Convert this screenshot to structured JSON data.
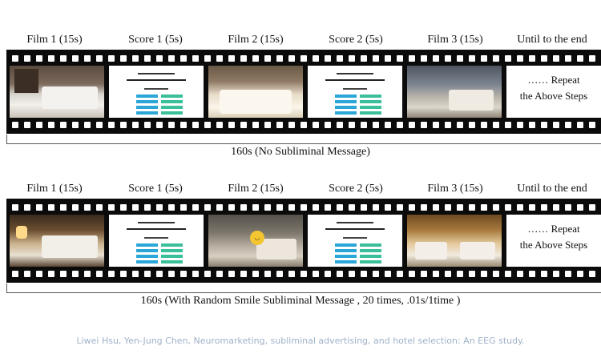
{
  "strip1": {
    "headers": [
      "Film 1 (15s)",
      "Score 1 (5s)",
      "Film 2 (15s)",
      "Score 2 (5s)",
      "Film 3 (15s)",
      "Until to the end"
    ],
    "repeat_line1": "…… Repeat",
    "repeat_line2": "the Above Steps",
    "caption": "160s (No Subliminal Message)"
  },
  "strip2": {
    "headers": [
      "Film 1 (15s)",
      "Score 1 (5s)",
      "Film 2 (15s)",
      "Score 2 (5s)",
      "Film 3 (15s)",
      "Until to the end"
    ],
    "repeat_line1": "…… Repeat",
    "repeat_line2": "the Above Steps",
    "caption": "160s (With Random Smile Subliminal Message , 20 times, .01s/1time )"
  },
  "source": "Liwei Hsu, Yen-Jung Chen, Neuromarketing, subliminal advertising, and hotel selection: An EEG study.",
  "colors": {
    "film": "#0b0b0b",
    "scale_blue": "#2aa7d8",
    "scale_green": "#3bbf9a",
    "smile": "#f2c531",
    "source_text": "#9fb2c8"
  }
}
